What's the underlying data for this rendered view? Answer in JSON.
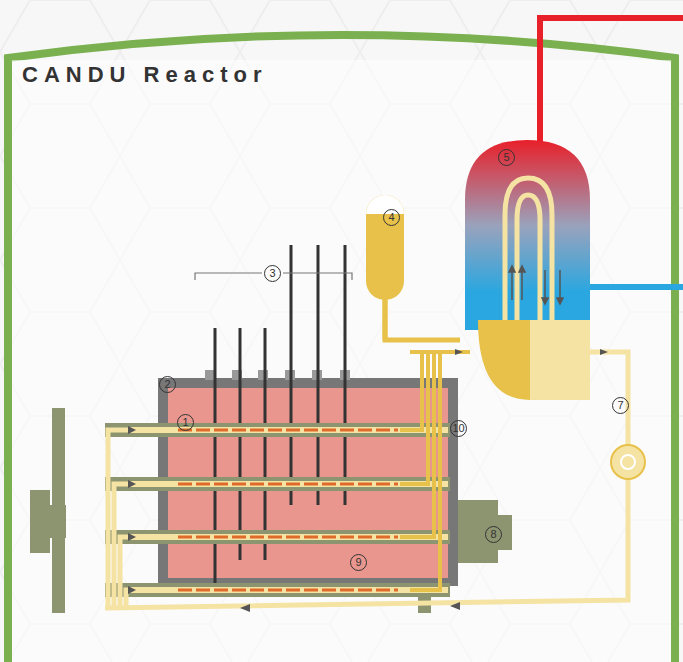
{
  "diagram": {
    "title": "CANDU Reactor",
    "labels": [
      "3",
      "4",
      "5",
      "2",
      "1",
      "10",
      "7",
      "8",
      "9"
    ]
  }
}
